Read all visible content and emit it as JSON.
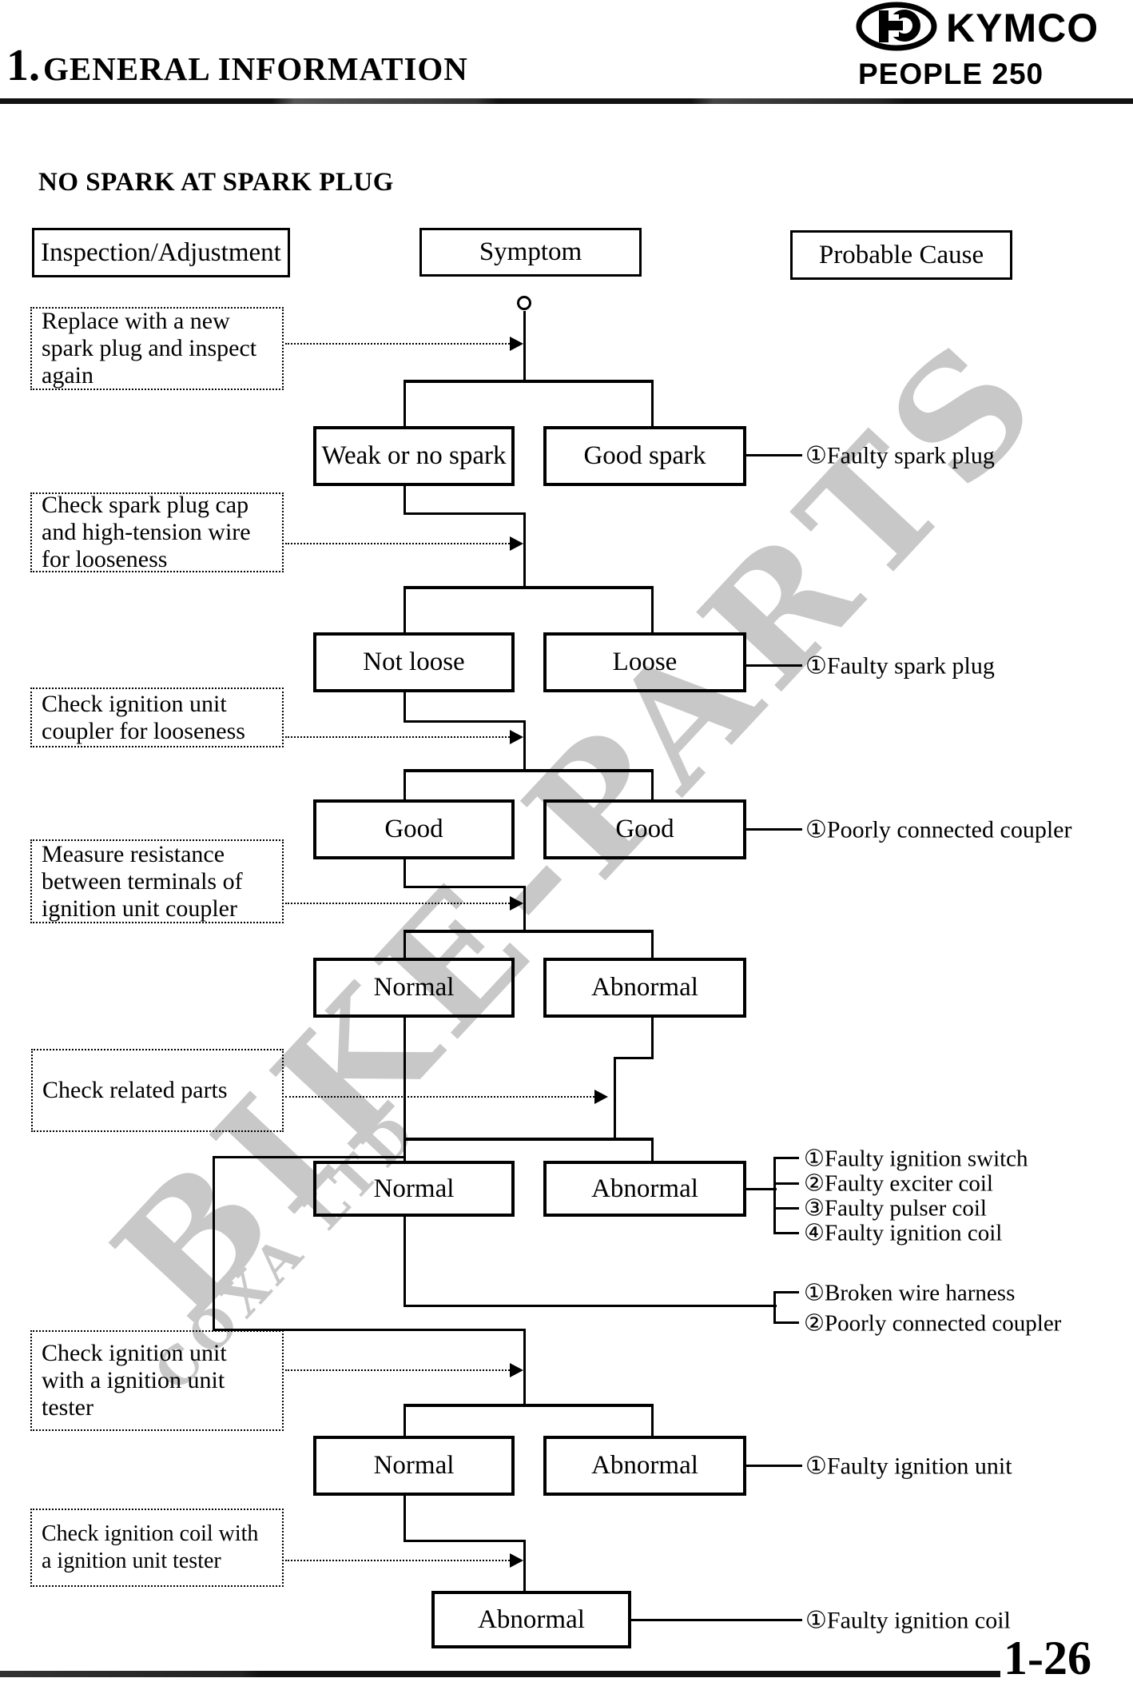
{
  "header": {
    "section_number": "1.",
    "section_title": "GENERAL INFORMATION",
    "brand": "KYMCO",
    "model": "PEOPLE 250"
  },
  "page": {
    "title": "NO SPARK AT SPARK PLUG",
    "number": "1-26"
  },
  "columns": {
    "inspection": "Inspection/Adjustment",
    "symptom": "Symptom",
    "cause": "Probable Cause"
  },
  "watermark": {
    "line1": "BIKE-PARTS",
    "line2": "COXA LTD",
    "color": "#c8c8c8"
  },
  "inspections": [
    "Replace with a new spark plug and inspect again",
    "Check spark plug cap and high-tension wire for looseness",
    "Check ignition unit coupler for looseness",
    "Measure resistance between terminals of ignition unit coupler",
    "Check related parts",
    "Check ignition unit with a ignition unit tester",
    "Check ignition coil with a ignition unit tester"
  ],
  "flow": {
    "levels": [
      {
        "left": "Weak or no spark",
        "right": "Good spark"
      },
      {
        "left": "Not loose",
        "right": "Loose"
      },
      {
        "left": "Good",
        "right": "Good"
      },
      {
        "left": "Normal",
        "right": "Abnormal"
      },
      {
        "left": "Normal",
        "right": "Abnormal"
      },
      {
        "left": "Normal",
        "right": "Abnormal"
      }
    ],
    "final": "Abnormal"
  },
  "causes": {
    "level1": [
      "①Faulty spark plug"
    ],
    "level2": [
      "①Faulty spark plug"
    ],
    "level3": [
      "①Poorly connected coupler"
    ],
    "level5_right": [
      "①Faulty ignition switch",
      "②Faulty exciter coil",
      "③Faulty pulser coil",
      "④Faulty ignition coil"
    ],
    "level5_left": [
      "①Broken wire harness",
      "②Poorly connected coupler"
    ],
    "level6": [
      "①Faulty ignition unit"
    ],
    "level7": [
      "①Faulty ignition coil"
    ]
  }
}
